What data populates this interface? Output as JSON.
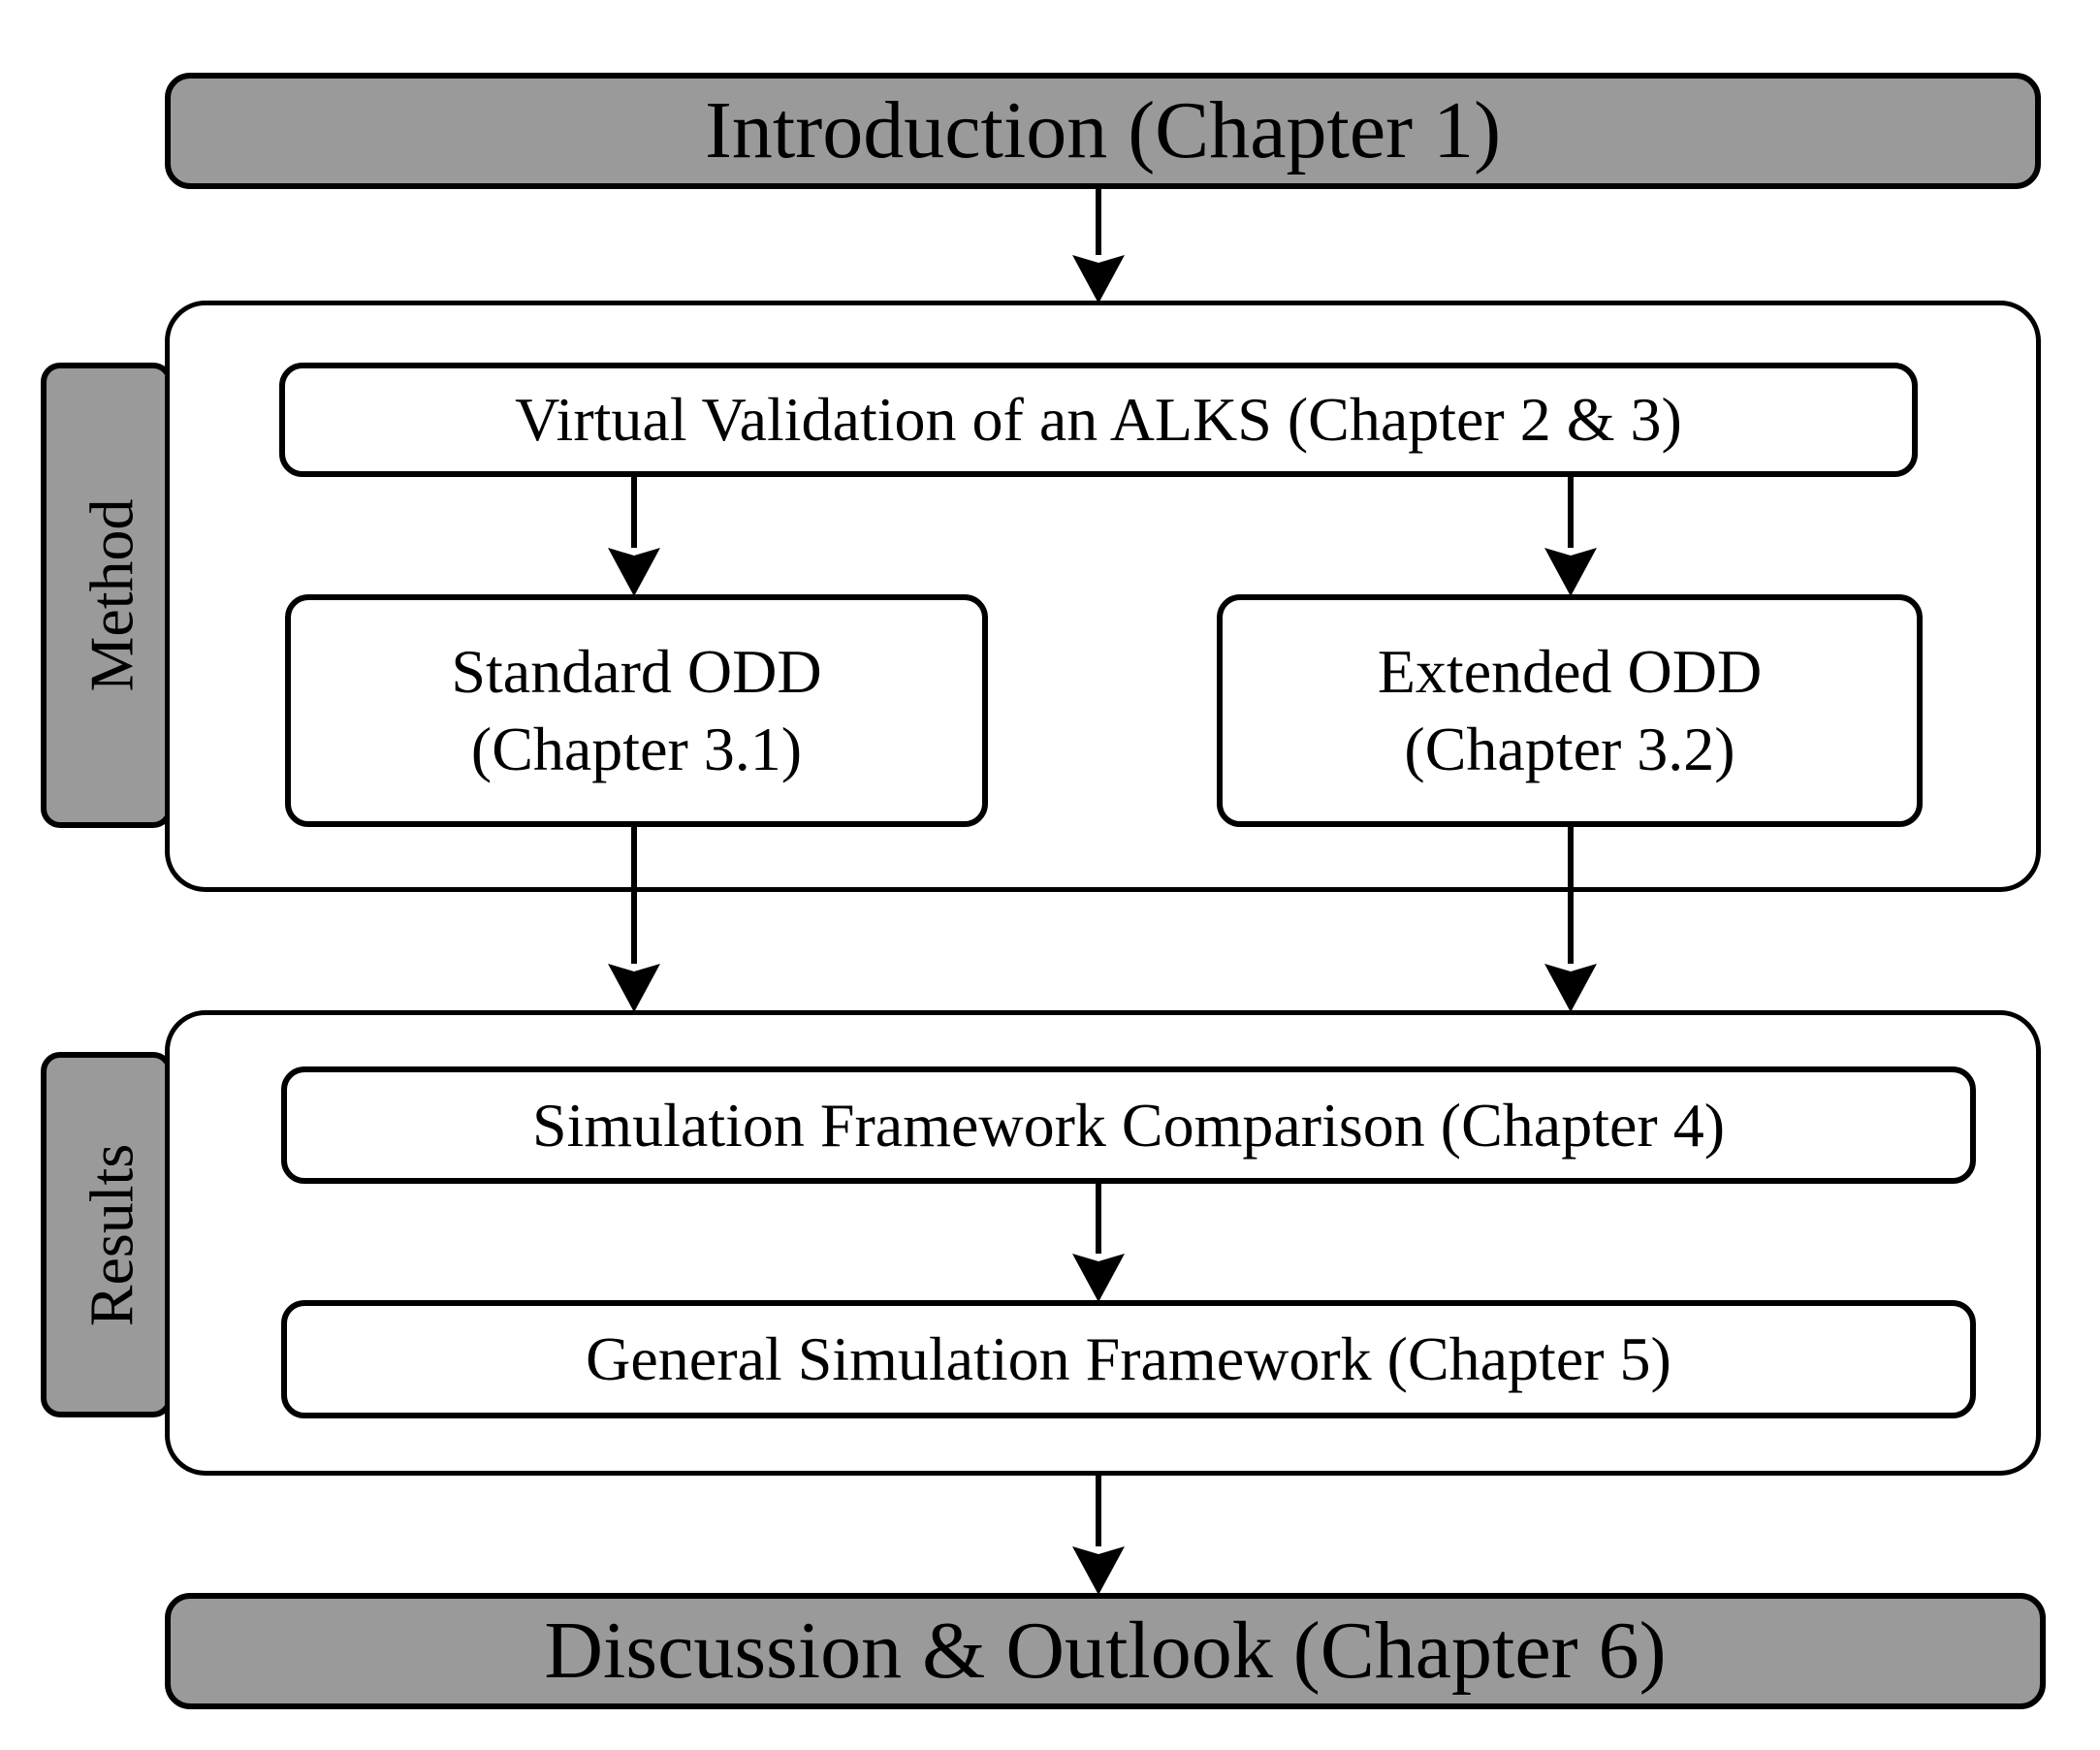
{
  "diagram": {
    "title_hint": "Thesis structure flowchart",
    "nodes": {
      "introduction": {
        "label": "Introduction (Chapter 1)"
      },
      "virtual_validation": {
        "label": "Virtual Validation of an ALKS (Chapter 2 & 3)"
      },
      "standard_odd": {
        "line1": "Standard ODD",
        "line2": "(Chapter 3.1)"
      },
      "extended_odd": {
        "line1": "Extended ODD",
        "line2": "(Chapter 3.2)"
      },
      "simulation_framework_comparison": {
        "label": "Simulation Framework Comparison (Chapter 4)"
      },
      "general_simulation_framework": {
        "label": "General Simulation Framework (Chapter 5)"
      },
      "discussion_outlook": {
        "label": "Discussion & Outlook (Chapter 6)"
      }
    },
    "groups": {
      "method": {
        "label": "Method"
      },
      "results": {
        "label": "Results"
      }
    },
    "colors": {
      "node_fill_gray": "#9a9a9a",
      "node_fill_white": "#ffffff",
      "stroke": "#000000",
      "background": "#ffffff"
    }
  }
}
